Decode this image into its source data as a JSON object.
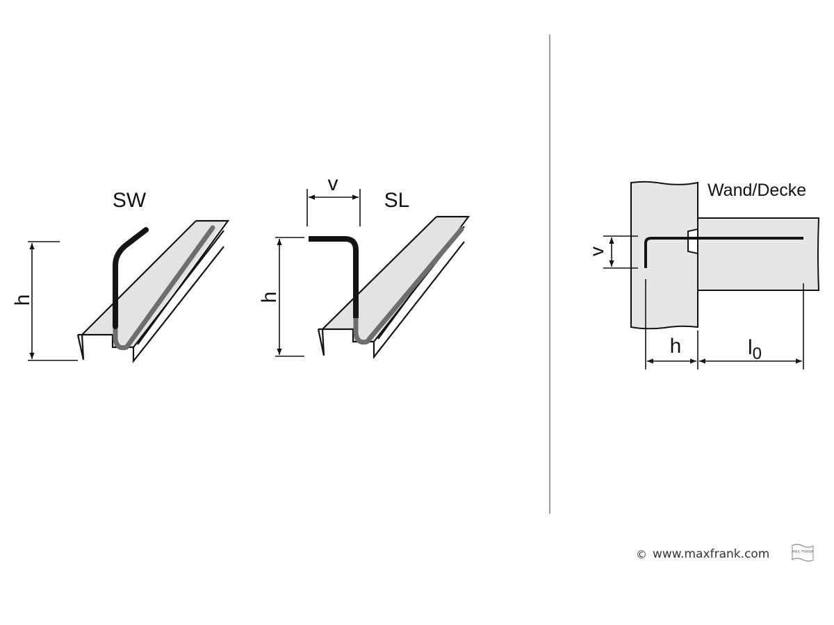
{
  "labels": {
    "sw": "SW",
    "sl": "SL",
    "h": "h",
    "v": "v",
    "wall": "Wand/Decke",
    "l": "l",
    "l_sub": "0"
  },
  "footer": {
    "copyright_symbol": "©",
    "url": "www.maxfrank.com",
    "logo_text": "MAX FRANK"
  },
  "colors": {
    "line": "#111111",
    "bar_dark": "#141414",
    "bar_grey": "#6e6e6e",
    "profile_fill": "#e3e3e3",
    "concrete_fill": "#e6e6e6",
    "divider": "#9a9a9a"
  }
}
